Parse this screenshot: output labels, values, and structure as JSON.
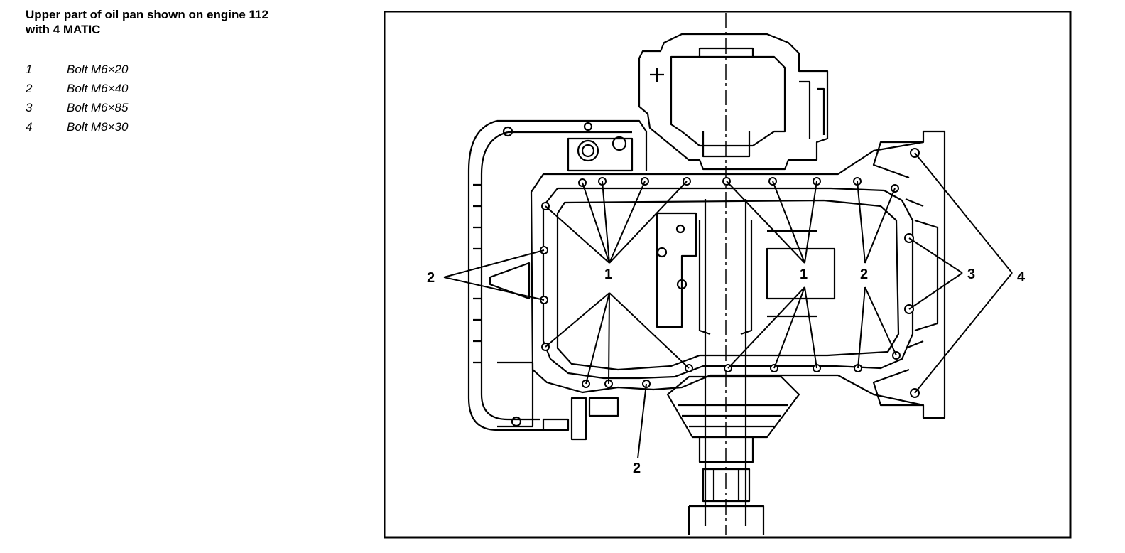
{
  "heading": {
    "line1": "Upper part of oil pan shown on engine 112",
    "line2": "with 4 MATIC"
  },
  "legend": [
    {
      "number": "1",
      "text": "Bolt M6×20"
    },
    {
      "number": "2",
      "text": "Bolt M6×40"
    },
    {
      "number": "3",
      "text": "Bolt M6×85"
    },
    {
      "number": "4",
      "text": "Bolt M8×30"
    }
  ],
  "figure": {
    "callouts": {
      "c1_left": "1",
      "c1_right": "1",
      "c2_left": "2",
      "c2_right": "2",
      "c2_bottom": "2",
      "c3": "3",
      "c4": "4"
    }
  }
}
